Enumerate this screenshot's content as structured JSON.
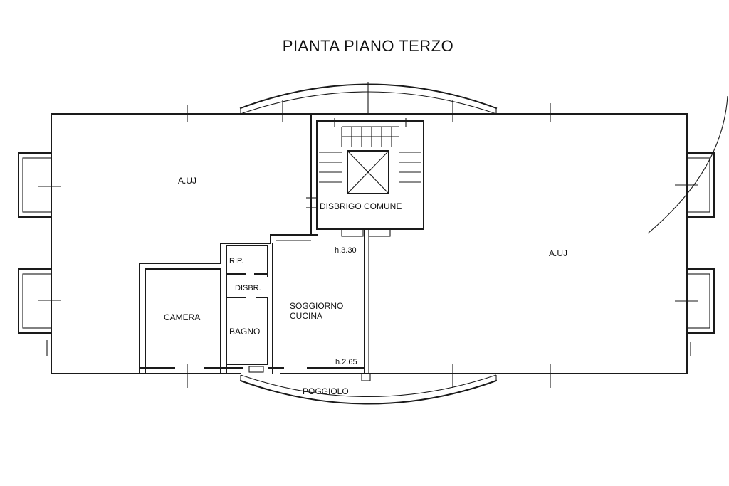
{
  "title": "PIANTA PIANO TERZO",
  "rooms": {
    "aui_left": "A.UJ",
    "aui_right": "A.UJ",
    "disbrigo_comune": "DISBRIGO COMUNE",
    "rip": "RIP.",
    "disbr": "DISBR.",
    "camera": "CAMERA",
    "bagno": "BAGNO",
    "soggiorno": "SOGGIORNO",
    "cucina": "CUCINA",
    "poggiolo": "POGGIOLO"
  },
  "heights": {
    "h_upper": "h.3.30",
    "h_lower": "h.2.65"
  }
}
